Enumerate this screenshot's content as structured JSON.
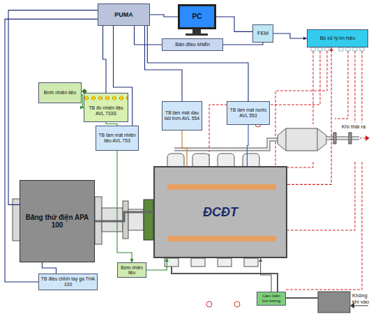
{
  "diagram": {
    "nodes": [
      {
        "text": [
          "PUMA"
        ]
      },
      {
        "text": [
          "PC"
        ]
      },
      {
        "text": [
          "Bàn điều khiển"
        ]
      },
      {
        "text": [
          "FEM"
        ]
      },
      {
        "text": [
          "Bộ xử lý tín hiệu"
        ]
      },
      {
        "text": [
          "Bình nhiên liệu"
        ]
      },
      {
        "text": [
          "TB đo nhiên liệu AVL 733S"
        ]
      },
      {
        "text": [
          "TB làm mát dầu bôi trơn AVL 554"
        ]
      },
      {
        "text": [
          "TB làm mát nước AVL 553"
        ]
      },
      {
        "text": [
          "TB làm mát nhiên liệu AVL 753"
        ]
      },
      {
        "text": [
          "Băng thử điện APA 100"
        ]
      },
      {
        "text": [
          "ĐCĐT"
        ]
      },
      {
        "text": [
          "TB điều chỉnh tay ga THA 100"
        ]
      },
      {
        "text": [
          "Bơm nhiên liệu"
        ]
      },
      {
        "text": [
          "Cảm biến lưu lượng"
        ]
      }
    ],
    "edges": [
      {
        "from": 0,
        "to": 1,
        "arrow": "none"
      },
      {
        "from": 0,
        "to": 2,
        "arrow": "none"
      },
      {
        "from": 1,
        "to": 3,
        "arrow": "none"
      },
      {
        "from": 2,
        "to": 3,
        "arrow": "none"
      },
      {
        "from": 3,
        "to": 4,
        "arrow": "to"
      },
      {
        "from": 0,
        "to": 6,
        "arrow": "none"
      },
      {
        "from": 0,
        "to": 7,
        "arrow": "none"
      },
      {
        "from": 0,
        "to": 8,
        "arrow": "none"
      },
      {
        "from": 0,
        "to": 9,
        "arrow": "none"
      },
      {
        "from": 0,
        "to": 10,
        "arrow": "none"
      },
      {
        "from": 0,
        "to": 12,
        "arrow": "none"
      },
      {
        "from": 5,
        "to": 6,
        "arrow": "to"
      },
      {
        "from": 6,
        "to": 9,
        "arrow": "none"
      },
      {
        "from": 9,
        "to": 13,
        "arrow": "to"
      },
      {
        "from": 13,
        "to": 11,
        "arrow": "to"
      },
      {
        "from": 7,
        "to": 11,
        "arrow": "none"
      },
      {
        "from": 8,
        "to": 11,
        "arrow": "none"
      },
      {
        "from": 10,
        "to": 11,
        "arrow": "none"
      },
      {
        "from": 12,
        "to": 10,
        "arrow": "none"
      },
      {
        "from": 11,
        "to": 4,
        "arrow": "to"
      },
      {
        "from": 14,
        "to": 11,
        "arrow": "to"
      }
    ],
    "labels": [
      "Khí thải ra",
      "Không khí vào"
    ]
  }
}
